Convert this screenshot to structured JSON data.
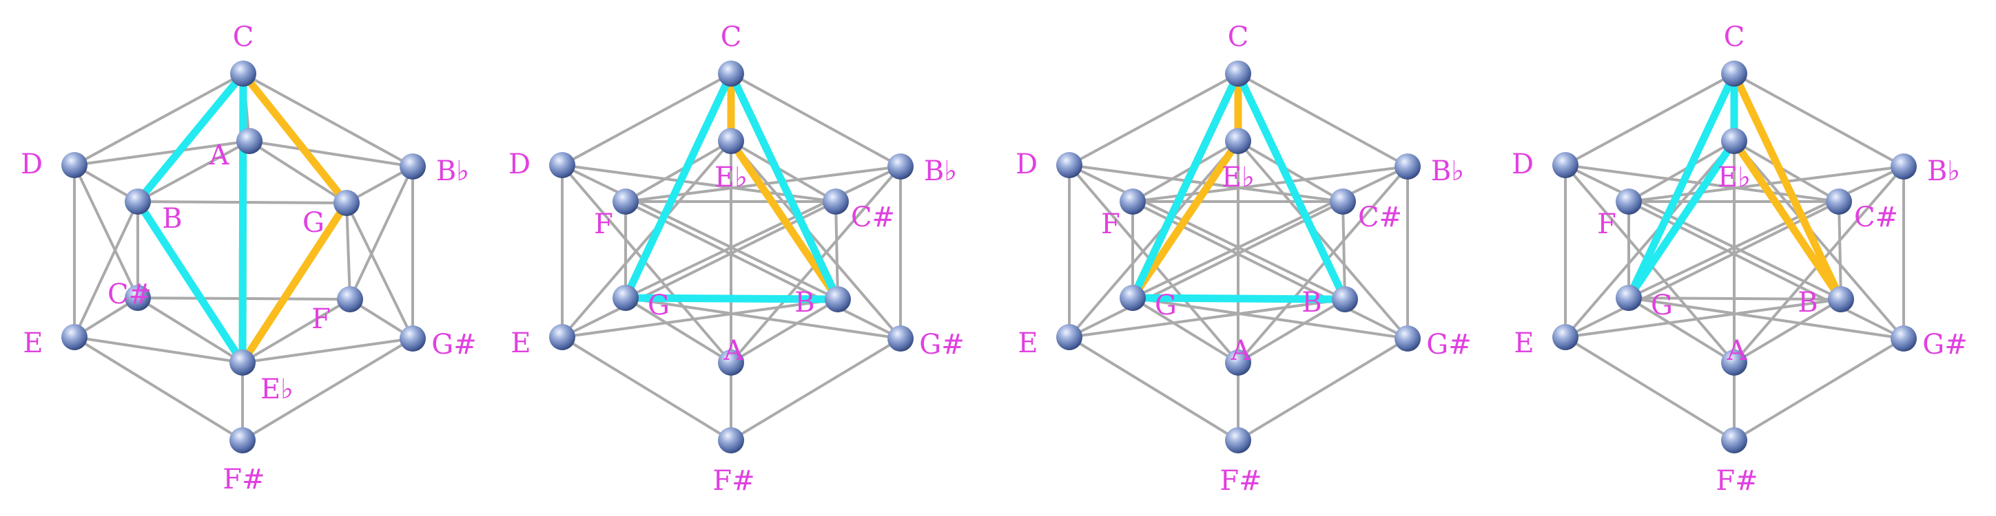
{
  "colors": {
    "label": "#e040e0",
    "edge": "#aaaaaa",
    "cyan_path": "#22eaf0",
    "orange_path": "#fbbd1d",
    "node_light": "#c4d2f0",
    "node_dark": "#34477a"
  },
  "edges": [
    [
      "C",
      "A"
    ],
    [
      "C",
      "D"
    ],
    [
      "C",
      "Bb"
    ],
    [
      "C",
      "B"
    ],
    [
      "C",
      "G"
    ],
    [
      "A",
      "D"
    ],
    [
      "A",
      "Bb"
    ],
    [
      "A",
      "B"
    ],
    [
      "A",
      "G"
    ],
    [
      "D",
      "B"
    ],
    [
      "D",
      "E"
    ],
    [
      "D",
      "C#"
    ],
    [
      "Bb",
      "G"
    ],
    [
      "Bb",
      "G#"
    ],
    [
      "Bb",
      "F"
    ],
    [
      "B",
      "G"
    ],
    [
      "B",
      "C#"
    ],
    [
      "G",
      "F"
    ],
    [
      "C#",
      "F"
    ],
    [
      "E",
      "C#"
    ],
    [
      "E",
      "Eb"
    ],
    [
      "E",
      "F#"
    ],
    [
      "G#",
      "F"
    ],
    [
      "G#",
      "Eb"
    ],
    [
      "G#",
      "F#"
    ],
    [
      "C#",
      "Eb"
    ],
    [
      "F",
      "Eb"
    ],
    [
      "Eb",
      "F#"
    ],
    [
      "E",
      "B"
    ],
    [
      "G#",
      "G"
    ]
  ],
  "diagrams": [
    {
      "nodes": [
        {
          "id": "C",
          "label": "C"
        },
        {
          "id": "D",
          "label": "D"
        },
        {
          "id": "A",
          "label": "A"
        },
        {
          "id": "Bb",
          "label": "B♭"
        },
        {
          "id": "B",
          "label": "B"
        },
        {
          "id": "G",
          "label": "G"
        },
        {
          "id": "C#",
          "label": "C#"
        },
        {
          "id": "F",
          "label": "F"
        },
        {
          "id": "E",
          "label": "E"
        },
        {
          "id": "G#",
          "label": "G#"
        },
        {
          "id": "Eb",
          "label": "E♭"
        },
        {
          "id": "F#",
          "label": "F#"
        }
      ],
      "cyan": [
        [
          "C",
          "B"
        ],
        [
          "B",
          "Eb"
        ],
        [
          "C",
          "Eb"
        ]
      ],
      "orange": [
        [
          "C",
          "Eb"
        ],
        [
          "C",
          "G"
        ],
        [
          "G",
          "Eb"
        ]
      ]
    },
    {
      "nodes": [
        {
          "id": "C",
          "label": "C"
        },
        {
          "id": "D",
          "label": "D"
        },
        {
          "id": "Eb",
          "label": "E♭"
        },
        {
          "id": "Bb",
          "label": "B♭"
        },
        {
          "id": "F",
          "label": "F"
        },
        {
          "id": "C#",
          "label": "C#"
        },
        {
          "id": "G",
          "label": "G"
        },
        {
          "id": "B",
          "label": "B"
        },
        {
          "id": "E",
          "label": "E"
        },
        {
          "id": "G#",
          "label": "G#"
        },
        {
          "id": "A",
          "label": "A"
        },
        {
          "id": "F#",
          "label": "F#"
        }
      ],
      "cyan": [
        [
          "C",
          "G"
        ],
        [
          "G",
          "B"
        ],
        [
          "C",
          "B"
        ]
      ],
      "orange": [
        [
          "C",
          "Eb"
        ],
        [
          "Eb",
          "B"
        ],
        [
          "C",
          "B"
        ]
      ]
    },
    {
      "nodes": [
        {
          "id": "C",
          "label": "C"
        },
        {
          "id": "D",
          "label": "D"
        },
        {
          "id": "Eb",
          "label": "E♭"
        },
        {
          "id": "Bb",
          "label": "B♭"
        },
        {
          "id": "F",
          "label": "F"
        },
        {
          "id": "C#",
          "label": "C#"
        },
        {
          "id": "G",
          "label": "G"
        },
        {
          "id": "B",
          "label": "B"
        },
        {
          "id": "E",
          "label": "E"
        },
        {
          "id": "G#",
          "label": "G#"
        },
        {
          "id": "A",
          "label": "A"
        },
        {
          "id": "F#",
          "label": "F#"
        }
      ],
      "cyan": [
        [
          "C",
          "G"
        ],
        [
          "G",
          "B"
        ],
        [
          "C",
          "B"
        ]
      ],
      "orange": [
        [
          "C",
          "Eb"
        ],
        [
          "Eb",
          "G"
        ],
        [
          "C",
          "G"
        ]
      ]
    },
    {
      "nodes": [
        {
          "id": "C",
          "label": "C"
        },
        {
          "id": "D",
          "label": "D"
        },
        {
          "id": "Eb",
          "label": "E♭"
        },
        {
          "id": "Bb",
          "label": "B♭"
        },
        {
          "id": "F",
          "label": "F"
        },
        {
          "id": "C#",
          "label": "C#"
        },
        {
          "id": "G",
          "label": "G"
        },
        {
          "id": "B",
          "label": "B"
        },
        {
          "id": "E",
          "label": "E"
        },
        {
          "id": "G#",
          "label": "G#"
        },
        {
          "id": "A",
          "label": "A"
        },
        {
          "id": "F#",
          "label": "F#"
        }
      ],
      "cyan": [
        [
          "C",
          "Eb"
        ],
        [
          "Eb",
          "G"
        ],
        [
          "C",
          "G"
        ]
      ],
      "orange": [
        [
          "C",
          "Eb"
        ],
        [
          "Eb",
          "B"
        ],
        [
          "C",
          "B"
        ]
      ]
    }
  ]
}
